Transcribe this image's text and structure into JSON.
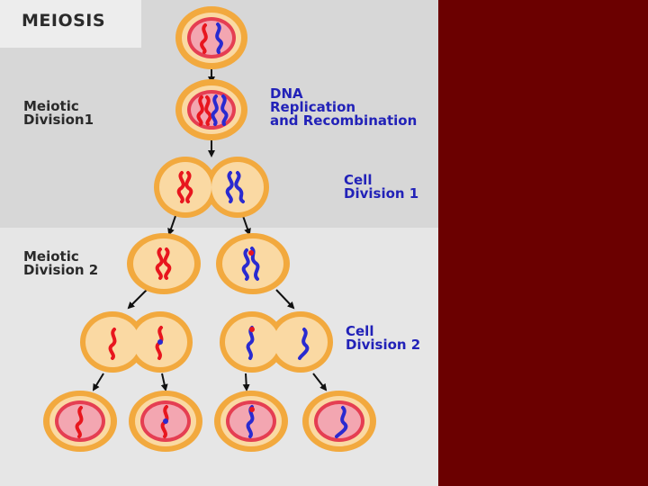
{
  "title": "MEIOSIS",
  "labels": {
    "meiotic_division_1": [
      "Meiotic",
      "Division1"
    ],
    "dna_replication": [
      "DNA",
      "Replication",
      "and Recombination"
    ],
    "cell_division_1": [
      "Cell",
      "Division 1"
    ],
    "meiotic_division_2": [
      "Meiotic",
      "Division 2"
    ],
    "cell_division_2": [
      "Cell",
      "Division 2"
    ]
  },
  "colors": {
    "cell_outer": "#f2a93e",
    "cell_inner": "#fad9a3",
    "nucleus_rim": "#e53e52",
    "nucleus_fill": "#f3a6b1",
    "maternal_chromosome": "#e8161e",
    "paternal_chromosome": "#2a2ad0",
    "side_panel": "#6b0000",
    "label_blue": "#2222b8"
  }
}
